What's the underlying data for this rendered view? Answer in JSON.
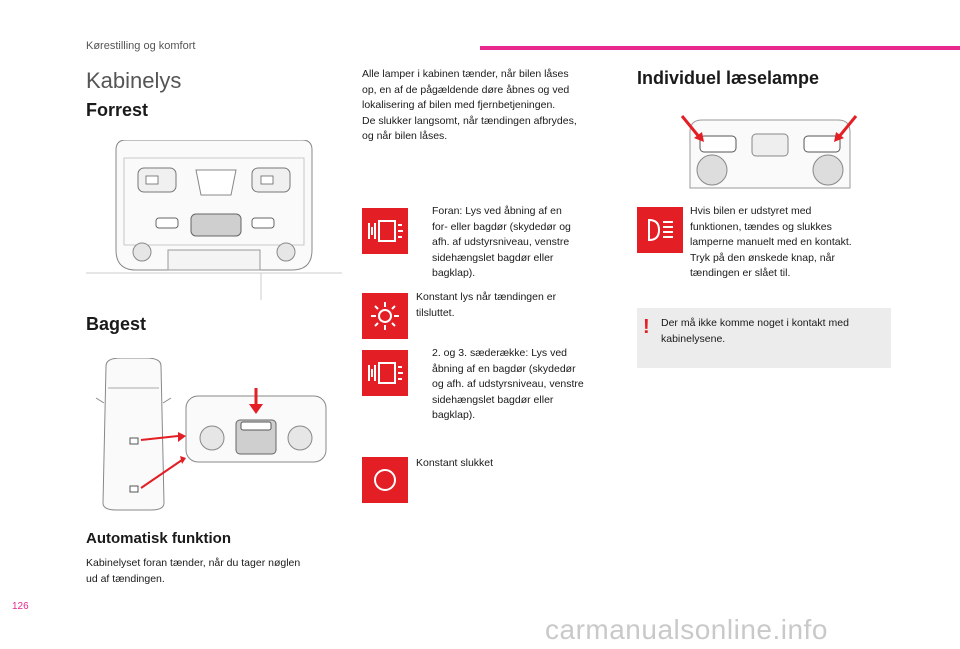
{
  "header": {
    "section": "Kørestilling og komfort"
  },
  "page": {
    "number": "126"
  },
  "col1": {
    "title": "Kabinelys",
    "front_heading": "Forrest",
    "rear_heading": "Bagest",
    "auto_heading": "Automatisk funktion",
    "auto_text_1": "Kabinelyset foran tænder, når du tager nøglen",
    "auto_text_2": "ud af tændingen."
  },
  "col2": {
    "intro": [
      "Alle lamper i kabinen tænder, når bilen låses",
      "op, en af de pågældende døre åbnes og ved",
      "lokalisering af bilen med fjernbetjeningen.",
      "De slukker langsomt, når tændingen afbrydes,",
      "og når bilen låses."
    ],
    "items": [
      {
        "icon": "door-light-icon",
        "lines": [
          "Foran: Lys ved åbning af en",
          "for- eller bagdør (skydedør og",
          "afh. af udstyrsniveau, venstre",
          "sidehængslet bagdør eller",
          "bagklap)."
        ]
      },
      {
        "icon": "sun-light-icon",
        "lines": [
          "Konstant lys når tændingen er",
          "tilsluttet."
        ]
      },
      {
        "icon": "door-light-icon",
        "lines": [
          "2. og 3. sæderække: Lys ved",
          "åbning af en bagdør (skydedør",
          "og afh. af udstyrsniveau, venstre",
          "sidehængslet bagdør eller",
          "bagklap)."
        ]
      },
      {
        "icon": "off-circle-icon",
        "lines": [
          "Konstant slukket"
        ]
      }
    ]
  },
  "col3": {
    "heading": "Individuel læselampe",
    "text": [
      "Hvis bilen er udstyret med",
      "funktionen, tændes og slukkes",
      "lamperne manuelt med en kontakt.",
      "Tryk på den ønskede knap, når",
      "tændingen er slået til."
    ],
    "warning": [
      "Der må ikke komme noget i kontakt med",
      "kabinelysene."
    ]
  },
  "watermark": "carmanualsonline.info",
  "colors": {
    "accent": "#e31e24",
    "pink": "#e8298c",
    "warn_bg": "#ececec"
  }
}
